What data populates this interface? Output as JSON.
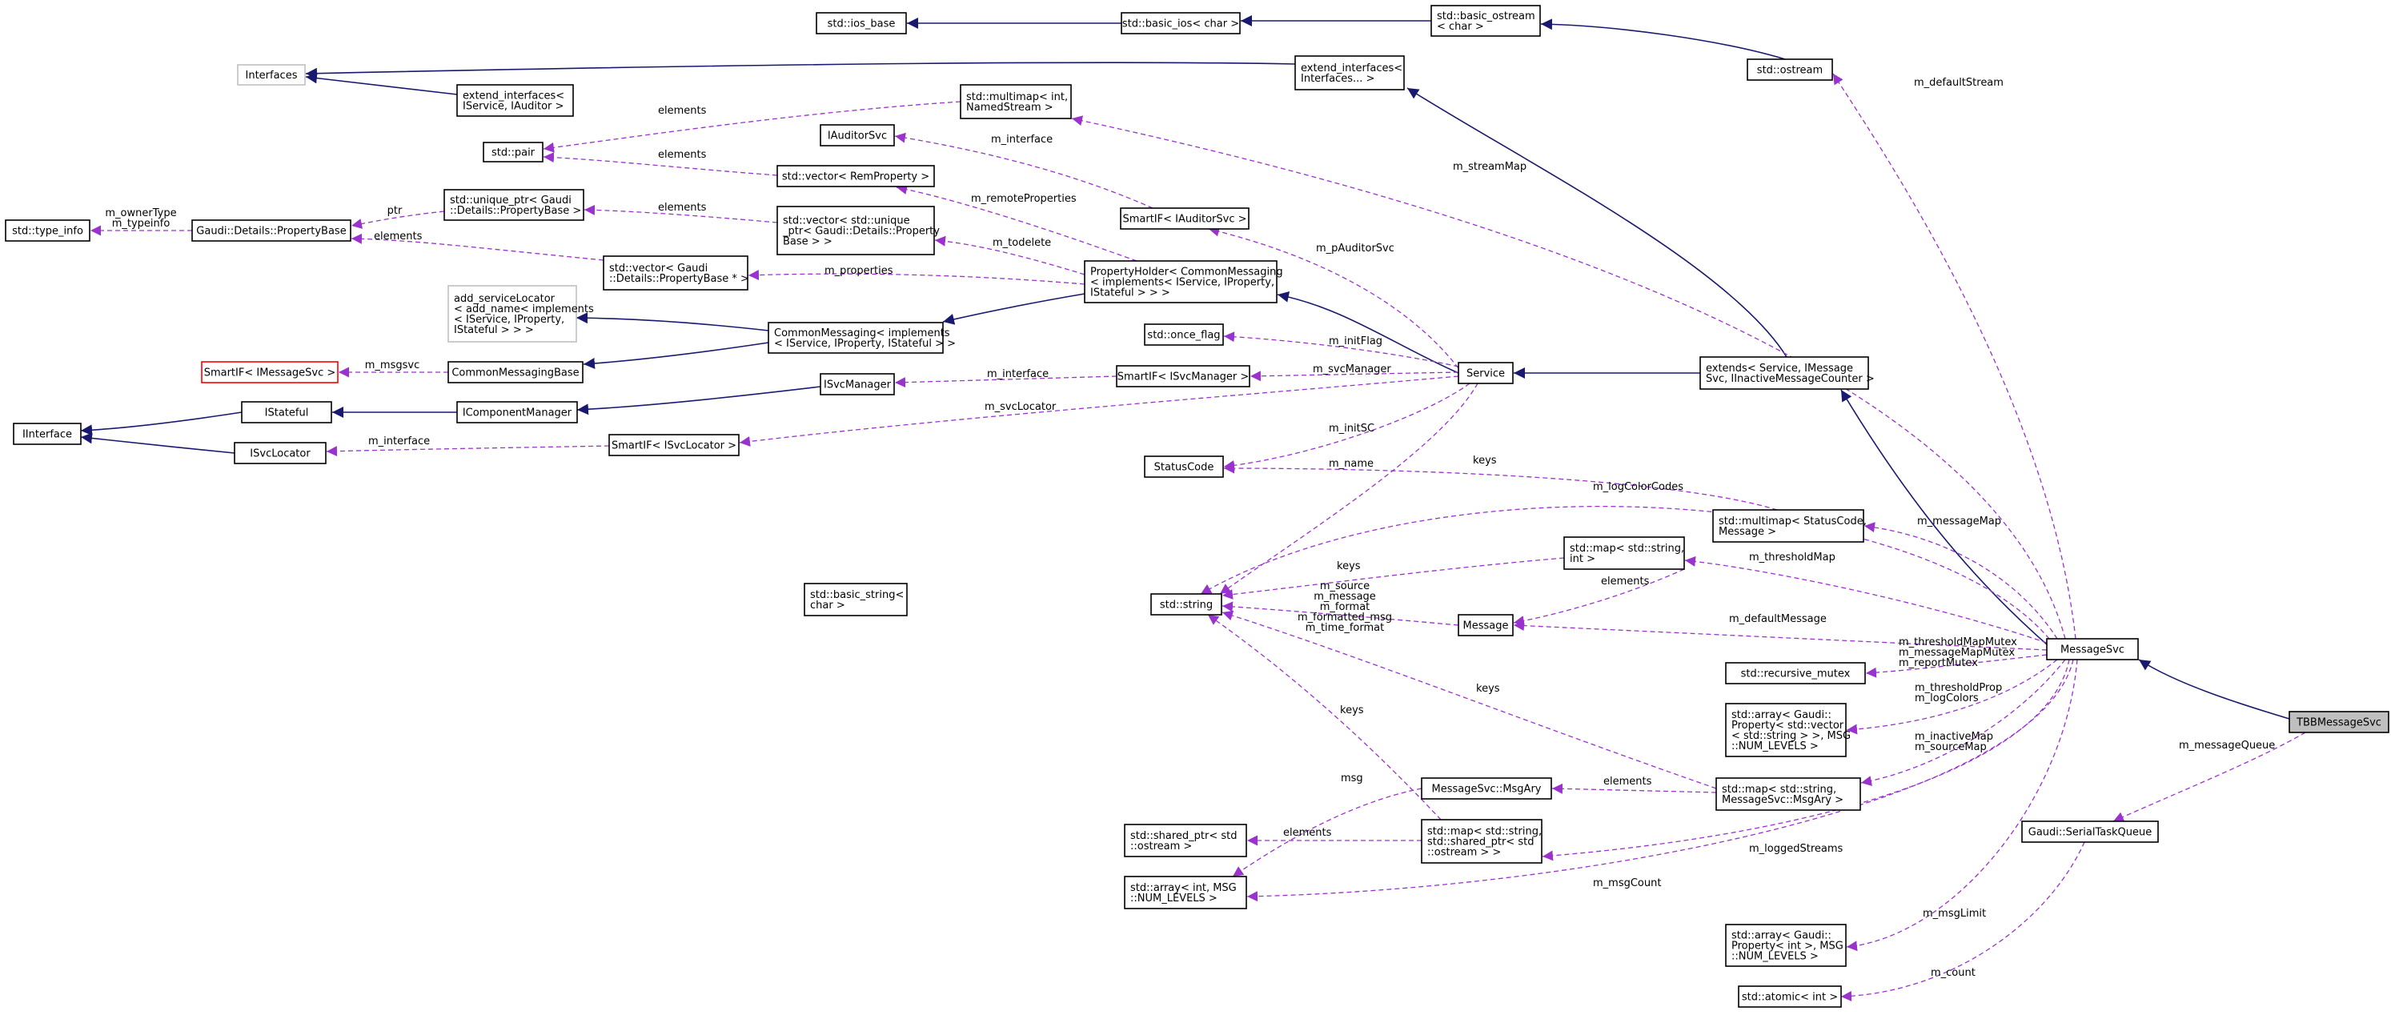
{
  "colors": {
    "inheritance": "#191970",
    "usage": "#9a32cd",
    "focus_fill": "#bfbfbf",
    "external_border": "#bfbfbf",
    "missing_border": "#ff0000"
  },
  "nodes": {
    "std_ios_base": [
      "std::ios_base"
    ],
    "basic_ios": [
      "std::basic_ios< char >"
    ],
    "basic_ostream": [
      "std::basic_ostream",
      "< char >"
    ],
    "interfaces": [
      "Interfaces"
    ],
    "extend_interfaces_2": [
      "extend_interfaces<",
      "IService, IAuditor >"
    ],
    "multimap_named": [
      "std::multimap< int,",
      "NamedStream >"
    ],
    "extend_interfaces_var": [
      "extend_interfaces<",
      "Interfaces... >"
    ],
    "std_ostream": [
      "std::ostream"
    ],
    "std_pair": [
      "std::pair"
    ],
    "iauditorsvc": [
      "IAuditorSvc"
    ],
    "vector_remprop": [
      "std::vector< RemProperty >"
    ],
    "unique_ptr_pb": [
      "std::unique_ptr< Gaudi",
      "::Details::PropertyBase >"
    ],
    "vector_unique_pb": [
      "std::vector< std::unique",
      "_ptr< Gaudi::Details::Property",
      "Base > >"
    ],
    "smartif_auditor": [
      "SmartIF< IAuditorSvc >"
    ],
    "type_info": [
      "std::type_info"
    ],
    "property_base": [
      "Gaudi::Details::PropertyBase"
    ],
    "vector_pb_ptr": [
      "std::vector< Gaudi",
      "::Details::PropertyBase * >"
    ],
    "property_holder": [
      "PropertyHolder< CommonMessaging",
      "< implements< IService, IProperty,",
      "IStateful > > >"
    ],
    "add_service_locator": [
      "add_serviceLocator",
      "< add_name< implements",
      "< IService, IProperty,",
      "IStateful > > >"
    ],
    "common_messaging": [
      "CommonMessaging< implements",
      "< IService, IProperty, IStateful > >"
    ],
    "once_flag": [
      "std::once_flag"
    ],
    "smartif_msgsvc": [
      "SmartIF< IMessageSvc >"
    ],
    "common_messaging_base": [
      "CommonMessagingBase"
    ],
    "isvcmanager": [
      "ISvcManager"
    ],
    "smartif_svcmanager": [
      "SmartIF< ISvcManager >"
    ],
    "service": [
      "Service"
    ],
    "extends_msgsvc": [
      "extends< Service, IMessage",
      "Svc, IInactiveMessageCounter >"
    ],
    "iinterface": [
      "IInterface"
    ],
    "istateful": [
      "IStateful"
    ],
    "icomponentmanager": [
      "IComponentManager"
    ],
    "isvclocator": [
      "ISvcLocator"
    ],
    "smartif_svclocator": [
      "SmartIF< ISvcLocator >"
    ],
    "statuscode": [
      "StatusCode"
    ],
    "multimap_sc_msg": [
      "std::multimap< StatusCode,",
      "Message >"
    ],
    "map_string_int": [
      "std::map< std::string,",
      "int >"
    ],
    "basic_string": [
      "std::basic_string<",
      "char >"
    ],
    "std_string": [
      "std::string"
    ],
    "message": [
      "Message"
    ],
    "messagesvc": [
      "MessageSvc"
    ],
    "recursive_mutex": [
      "std::recursive_mutex"
    ],
    "array_prop_vector": [
      "std::array< Gaudi::",
      "Property< std::vector",
      "< std::string > >, MSG",
      "::NUM_LEVELS >"
    ],
    "tbb_messagesvc": [
      "TBBMessageSvc"
    ],
    "msgary": [
      "MessageSvc::MsgAry"
    ],
    "map_string_msgary": [
      "std::map< std::string,",
      "MessageSvc::MsgAry >"
    ],
    "serial_task_queue": [
      "Gaudi::SerialTaskQueue"
    ],
    "shared_ptr_ostream": [
      "std::shared_ptr< std",
      "::ostream >"
    ],
    "map_string_sharedptr": [
      "std::map< std::string,",
      "std::shared_ptr< std",
      "::ostream > >"
    ],
    "array_int_levels": [
      "std::array< int, MSG",
      "::NUM_LEVELS >"
    ],
    "array_prop_int": [
      "std::array< Gaudi::",
      "Property< int >, MSG",
      "::NUM_LEVELS >"
    ],
    "atomic_int": [
      "std::atomic< int >"
    ]
  },
  "edge_labels": {
    "m_defaultStream": [
      "m_defaultStream"
    ],
    "elements_pair_multimap": [
      "elements"
    ],
    "m_interface_auditor": [
      "m_interface"
    ],
    "m_streamMap": [
      "m_streamMap"
    ],
    "elements_pair_vector": [
      "elements"
    ],
    "m_remoteProperties": [
      "m_remoteProperties"
    ],
    "ptr": [
      "ptr"
    ],
    "elements_unique": [
      "elements"
    ],
    "m_ownerType": [
      "m_ownerType",
      "m_typeinfo"
    ],
    "m_todelete": [
      "m_todelete"
    ],
    "m_pAuditorSvc": [
      "m_pAuditorSvc"
    ],
    "elements_pb": [
      "elements"
    ],
    "m_properties": [
      "m_properties"
    ],
    "m_initFlag": [
      "m_initFlag"
    ],
    "m_msgsvc": [
      "m_msgsvc"
    ],
    "m_interface_svcmgr": [
      "m_interface"
    ],
    "m_svcManager": [
      "m_svcManager"
    ],
    "m_svcLocator": [
      "m_svcLocator"
    ],
    "m_interface_locator": [
      "m_interface"
    ],
    "m_initSC": [
      "m_initSC"
    ],
    "m_name": [
      "m_name"
    ],
    "keys_multimap": [
      "keys"
    ],
    "m_logColorCodes": [
      "m_logColorCodes"
    ],
    "m_messageMap": [
      "m_messageMap"
    ],
    "keys_map": [
      "keys"
    ],
    "elements_message": [
      "elements"
    ],
    "m_thresholdMap": [
      "m_thresholdMap"
    ],
    "m_source": [
      "m_source",
      "m_message",
      "m_format",
      "m_formatted_msg",
      "m_time_format"
    ],
    "m_defaultMessage": [
      "m_defaultMessage"
    ],
    "m_mutexes": [
      "m_thresholdMapMutex",
      "m_messageMapMutex",
      "m_reportMutex"
    ],
    "m_thresholdProp": [
      "m_thresholdProp",
      "m_logColors"
    ],
    "keys_msgary": [
      "keys"
    ],
    "m_inactiveMap": [
      "m_inactiveMap",
      "m_sourceMap"
    ],
    "keys_shared": [
      "keys"
    ],
    "m_messageQueue": [
      "m_messageQueue"
    ],
    "msg": [
      "msg"
    ],
    "elements_msgary": [
      "elements"
    ],
    "elements_shared": [
      "elements"
    ],
    "m_loggedStreams": [
      "m_loggedStreams"
    ],
    "m_msgCount": [
      "m_msgCount"
    ],
    "m_msgLimit": [
      "m_msgLimit"
    ],
    "m_count": [
      "m_count"
    ]
  }
}
